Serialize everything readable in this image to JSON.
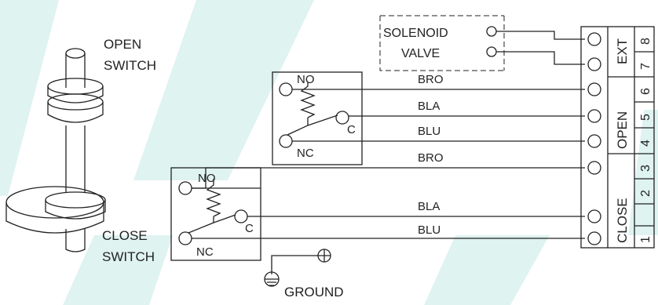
{
  "colors": {
    "line": "#222222",
    "watermark": "#dff3f1",
    "background": "#ffffff"
  },
  "switches": {
    "open_label_1": "OPEN",
    "open_label_2": "SWITCH",
    "close_label_1": "CLOSE",
    "close_label_2": "SWITCH"
  },
  "solenoid": {
    "label_1": "SOLENOID",
    "label_2": "VALVE"
  },
  "open_box": {
    "no": "NO",
    "c": "C",
    "nc": "NC"
  },
  "close_box": {
    "no": "NO",
    "c": "C",
    "nc": "NC"
  },
  "wires": [
    {
      "label": "BRO"
    },
    {
      "label": "BLA"
    },
    {
      "label": "BLU"
    },
    {
      "label": "BRO"
    },
    {
      "label": "BLA"
    },
    {
      "label": "BLU"
    }
  ],
  "terminal_groups": {
    "ext": "EXT",
    "open": "OPEN",
    "close": "CLOSE"
  },
  "terminal_numbers": [
    "8",
    "7",
    "6",
    "5",
    "4",
    "3",
    "2",
    "1"
  ],
  "ground": {
    "label": "GROUND",
    "icon": "ground-symbol-icon"
  }
}
